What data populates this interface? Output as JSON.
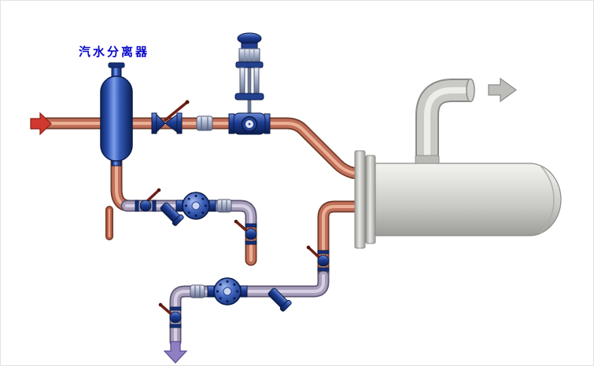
{
  "diagram": {
    "separator_label": "汽水分离器",
    "arrows": {
      "inlet": "steam-inlet-arrow",
      "outlet_top": "secondary-outlet-arrow",
      "outlet_bottom": "condensate-outlet-arrow"
    },
    "colors": {
      "steam_pipe": "#c1705a",
      "condensate_pipe": "#a79fba",
      "equipment_blue": "#1c3a8c",
      "exchanger_gray": "#c9c9c5",
      "inlet_arrow_red": "#d1392e",
      "outlet_arrow_gray": "#bdbdb9",
      "outlet_arrow_purple": "#8f7fc0",
      "label_blue": "#0a0acc",
      "background": "#ffffff"
    },
    "components": {
      "separator": "steam-water-separator",
      "main_valve": "lever-shutoff-valve",
      "control_valve": "control-valve-with-actuator",
      "heat_exchanger": "shell-heat-exchanger",
      "trap": "float-steam-trap",
      "strainer": "y-strainer",
      "union": "pipe-union"
    }
  }
}
